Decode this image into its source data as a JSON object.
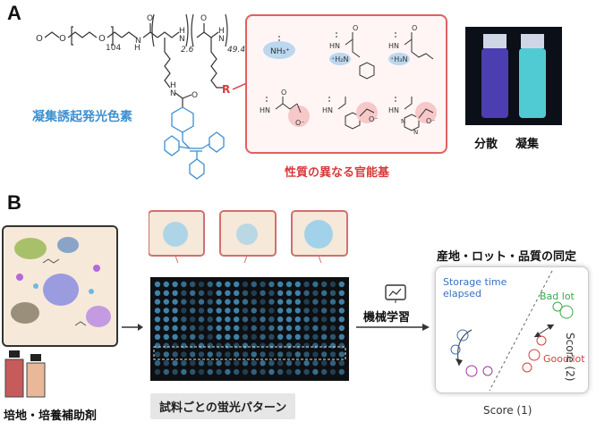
{
  "panel_a": {
    "label": "A",
    "polymer_labels": {
      "peg_repeat": "104",
      "unit_a_repeat": "2.6",
      "unit_b_repeat": "49.4",
      "r_group": "R"
    },
    "aie_label": "凝集誘起発光色素",
    "functional_groups_label": "性質の異なる官能基",
    "vials": {
      "dispersed": "分散",
      "aggregated": "凝集"
    }
  },
  "panel_b": {
    "label": "B",
    "medium_label": "培地・培養補助剤",
    "pattern_label": "試料ごとの蛍光パターン",
    "ml_label": "機械学習",
    "id_title": "産地・ロット・品質の同定",
    "score_plot": {
      "storage_label_line1": "Storage time",
      "storage_label_line2": "elapsed",
      "bad_lot": "Bad lot",
      "good_lot": "Good lot",
      "x_axis": "Score (1)",
      "y_axis": "Score (2)"
    }
  },
  "colors": {
    "blue_accent": "#3d8fd1",
    "red_accent": "#d83a3a",
    "green_cluster": "#3aa84a",
    "blue_cluster": "#3a6fc0",
    "purple_cluster": "#9b3a9b"
  }
}
